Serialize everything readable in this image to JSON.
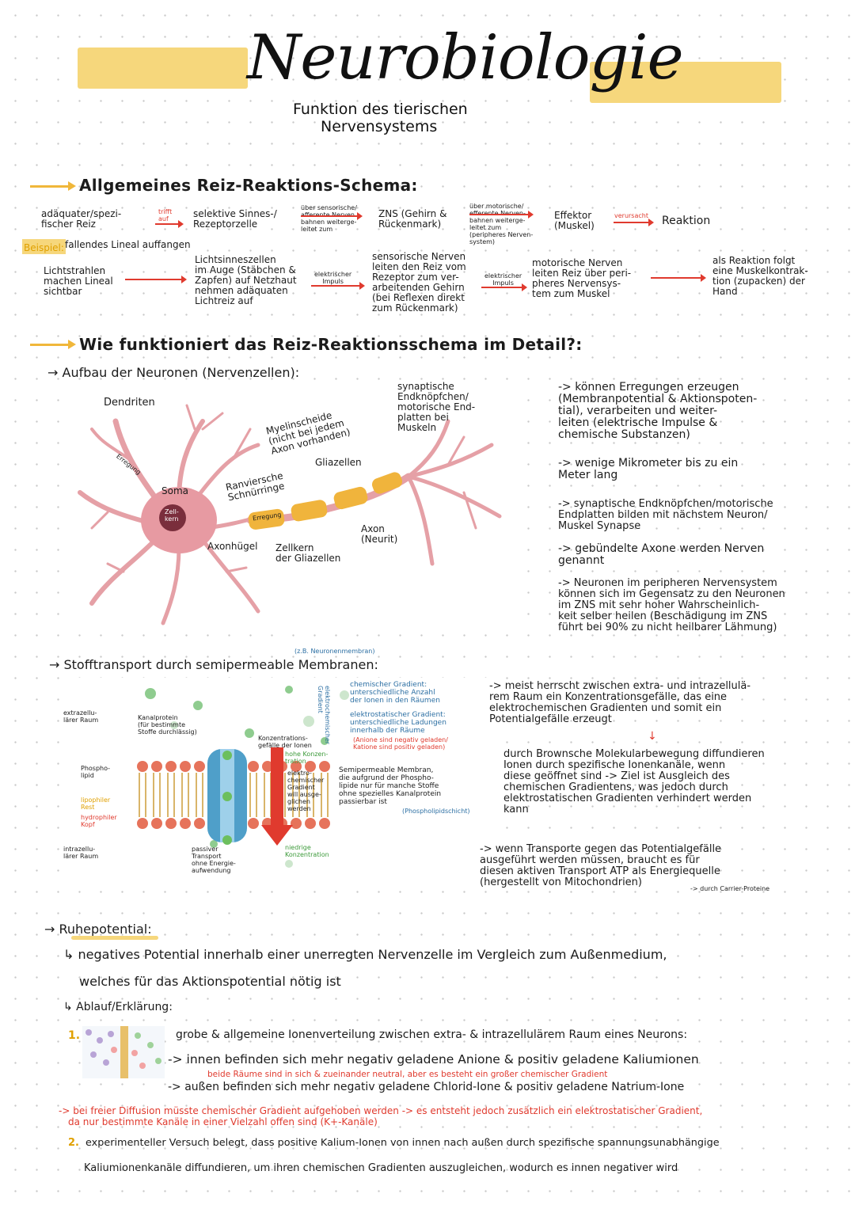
{
  "header": {
    "title": "Neurobiologie",
    "subtitle1": "Funktion des tierischen",
    "subtitle2": "Nervensystems"
  },
  "colors": {
    "highlight": "#f6d77c",
    "accent_red": "#e03a2e",
    "neuron_pink": "#e5a0a6",
    "myelin": "#f0b43c",
    "membrane_blue": "#4f9fc9"
  },
  "s1": {
    "heading": "Allgemeines Reiz-Reaktions-Schema:",
    "c1": "adäquater/spezi-\nfischer Reiz",
    "a1": "trifft\nauf",
    "c2": "selektive Sinnes-/\nRezeptorzelle",
    "a2": "über sensorische/\nafferente Nerven\nbahnen weiterge-\nleitet zum",
    "c3": "ZNS (Gehirn &\nRückenmark)",
    "a3": "über motorische/\nefferente Nerven-\nbahnen weiterge-\nleitet zum\n(peripheres Nerven-\nsystem)",
    "c4": "Effektor\n(Muskel)",
    "a4": "verursacht",
    "c5": "Reaktion",
    "example_label": "Beispiel:",
    "example_text": "fallendes Lineal auffangen",
    "e1": "Lichtstrahlen\nmachen Lineal\nsichtbar",
    "e2": "Lichtsinneszellen\nim Auge (Stäbchen &\nZapfen) auf Netzhaut\nnehmen adäquaten\nLichtreiz auf",
    "ea2": "elektrischer\nImpuls",
    "e3": "sensorische Nerven\nleiten den Reiz vom\nRezeptor zum ver-\narbeitenden Gehirn\n(bei Reflexen direkt\nzum Rückenmark)",
    "ea3": "elektrischer\nImpuls",
    "e4": "motorische Nerven\nleiten Reiz über peri-\npheres Nervensys-\ntem zum Muskel",
    "e5": "als Reaktion folgt\neine Muskelkontrak-\ntion (zupacken) der\nHand"
  },
  "s2": {
    "heading": "Wie funktioniert das Reiz-Reaktionsschema im Detail?:",
    "sub": "Aufbau der Neuronen (Nervenzellen):",
    "labels": {
      "dendriten": "Dendriten",
      "erregung": "Erregung",
      "soma": "Soma",
      "zellkern": "Zell-\nkern",
      "myelin": "Myelinscheide\n(nicht bei jedem\nAxon vorhanden)",
      "ranvier": "Ranviersche\nSchnürringe",
      "erregung2": "Erregung",
      "glia": "Gliazellen",
      "synapse": "synaptische\nEndknöpfchen/\nmotorische End-\nplatten bei\nMuskeln",
      "axonhuegel": "Axonhügel",
      "gliakern": "Zellkern\nder Gliazellen",
      "axon": "Axon\n(Neurit)"
    },
    "notes": [
      "-> können Erregungen erzeugen\n(Membranpotential & Aktionspoten-\ntial), verarbeiten und weiter-\nleiten (elektrische Impulse &\nchemische Substanzen)",
      "-> wenige Mikrometer bis zu ein\nMeter lang",
      "-> synaptische Endknöpfchen/motorische\nEndplatten bilden mit nächstem Neuron/\nMuskel Synapse",
      "-> gebündelte Axone werden Nerven\ngenannt",
      "-> Neuronen im peripheren Nervensystem\nkönnen sich im Gegensatz zu den Neuronen\nim ZNS mit sehr hoher Wahrscheinlich-\nkeit selber heilen (Beschädigung im ZNS\nführt bei 90% zu nicht heilbarer Lähmung)"
    ]
  },
  "s3": {
    "heading": "Stofftransport durch semipermeable Membranen:",
    "note_small": "(z.B. Neuronenmembran)",
    "labels": {
      "extra": "extrazellu-\nlärer Raum",
      "kanal": "Kanalprotein\n(für bestimmte\nStoffe durchlässig)",
      "konz": "Konzentrations-\ngefälle der Ionen",
      "hoch": "hohe Konzen-\ntration",
      "elektro": "elektro-\nchemischer\nGradient\nwill ausge-\nglichen\nwerden",
      "phospho": "Phospho-\nlipid",
      "lipophil": "lipophiler\nRest",
      "hydrophil": "hydrophiler\nKopf",
      "intra": "intrazellu-\nlärer Raum",
      "passiv": "passiver\nTransport\nohne Energie-\naufwendung",
      "niedrig": "niedrige\nKonzentration",
      "vert": "elektrochemischer\nGradient"
    },
    "gradient_chem": "chemischer Gradient:\nunterschiedliche Anzahl\nder Ionen in den Räumen",
    "gradient_el": "elektrostatischer Gradient:\nunterschiedliche Ladungen\ninnerhalb der Räume",
    "gradient_el_note": "(Anione sind negativ geladen/\nKatione sind positiv geladen)",
    "semi": "Semipermeable Membran,\ndie aufgrund der Phospho-\nlipide nur für manche Stoffe\nohne spezielles Kanalprotein\npassierbar ist",
    "semi_note": "(Phospholipidschicht)",
    "p1": "-> meist herrscht zwischen extra- und intrazellulä-\nrem Raum ein Konzentrationsgefälle, das eine\nelektrochemischen Gradienten und somit ein\nPotentialgefälle erzeugt",
    "p2": "durch Brownsche Molekularbewegung diffundieren\nIonen durch spezifische Ionenkanäle, wenn\ndiese geöffnet sind -> Ziel ist Ausgleich des\nchemischen Gradientens, was jedoch durch\nelektrostatischen Gradienten verhindert werden\nkann",
    "p3": "-> wenn Transporte gegen das Potentialgefälle\nausgeführt werden müssen, braucht es für\ndiesen aktiven Transport ATP als Energiequelle\n(hergestellt von Mitochondrien)",
    "p3_tail": "-> durch Carrier-Proteine"
  },
  "s4": {
    "heading": "Ruhepotential:",
    "l1": "↳ negatives Potential innerhalb einer unerregten Nervenzelle im Vergleich zum Außenmedium,",
    "l2": "welches für das Aktionspotential nötig ist",
    "l3": "↳ Ablauf/Erklärung:",
    "n1": "1.",
    "i1": "grobe & allgemeine Ionenverteilung zwischen extra- & intrazellulärem Raum eines Neurons:",
    "i2": "-> innen befinden sich mehr negativ geladene Anione & positiv geladene Kaliumionen",
    "i2r": "beide Räume sind in sich & zueinander neutral, aber es besteht ein großer chemischer Gradient",
    "i3": "-> außen befinden sich mehr negativ geladene Chlorid-Ione & positiv geladene Natrium-Ione",
    "r1": "-> bei freier Diffusion müsste chemischer Gradient aufgehoben werden -> es entsteht jedoch zusätzlich ein elektrostatischer Gradient,",
    "r2": "da nur bestimmte Kanäle in einer Vielzahl offen sind (K+-Kanäle)",
    "n2": "2.",
    "j1": "experimenteller Versuch belegt, dass positive Kalium-Ionen von innen nach außen durch spezifische spannungsunabhängige",
    "j2": "Kaliumionenkanäle diffundieren, um ihren chemischen Gradienten auszugleichen, wodurch es innen negativer wird"
  }
}
